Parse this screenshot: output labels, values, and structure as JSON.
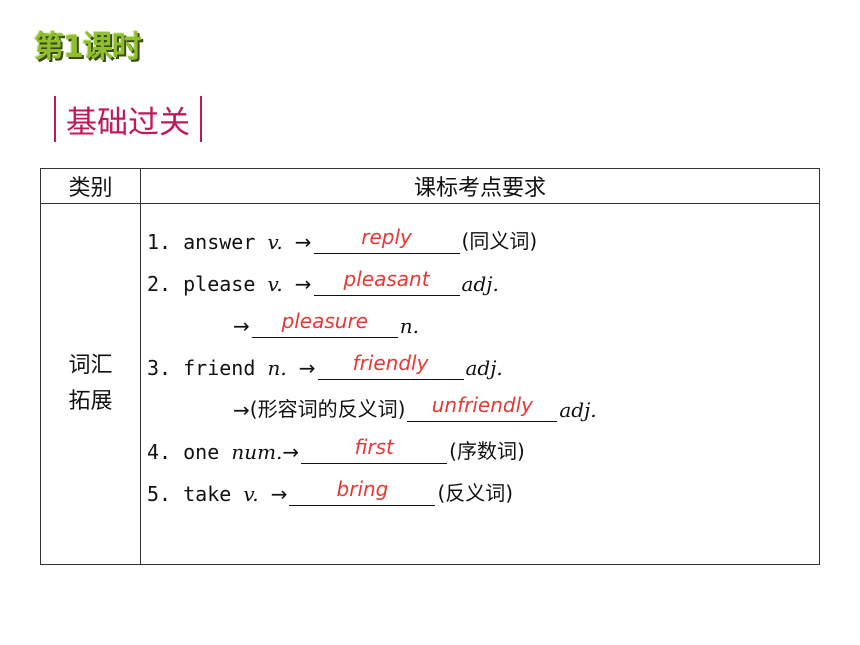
{
  "header": {
    "lesson_title": "第1课时",
    "section": "基础过关"
  },
  "table": {
    "col_category": "类别",
    "col_requirement": "课标考点要求",
    "category": "词汇拓展",
    "items": [
      {
        "num": "1.",
        "word": "answer",
        "pos": "v.",
        "arrow": "→",
        "answer": "reply",
        "note": "(同义词)"
      },
      {
        "num": "2.",
        "word": "please",
        "pos": "v.",
        "arrow": "→",
        "answer": "pleasant",
        "note": "adj."
      },
      {
        "arrow": "→",
        "answer": "pleasure",
        "note": "n."
      },
      {
        "num": "3.",
        "word": "friend",
        "pos": "n.",
        "arrow": "→",
        "answer": "friendly",
        "note": "adj."
      },
      {
        "arrow": "→",
        "prefix": "(形容词的反义词)",
        "answer": "unfriendly",
        "note": "adj."
      },
      {
        "num": "4.",
        "word": "one",
        "pos": "num.",
        "arrow": "→",
        "answer": "first",
        "note": "(序数词)"
      },
      {
        "num": "5.",
        "word": "take",
        "pos": "v.",
        "arrow": "→",
        "answer": "bring",
        "note": "(反义词)"
      }
    ]
  }
}
